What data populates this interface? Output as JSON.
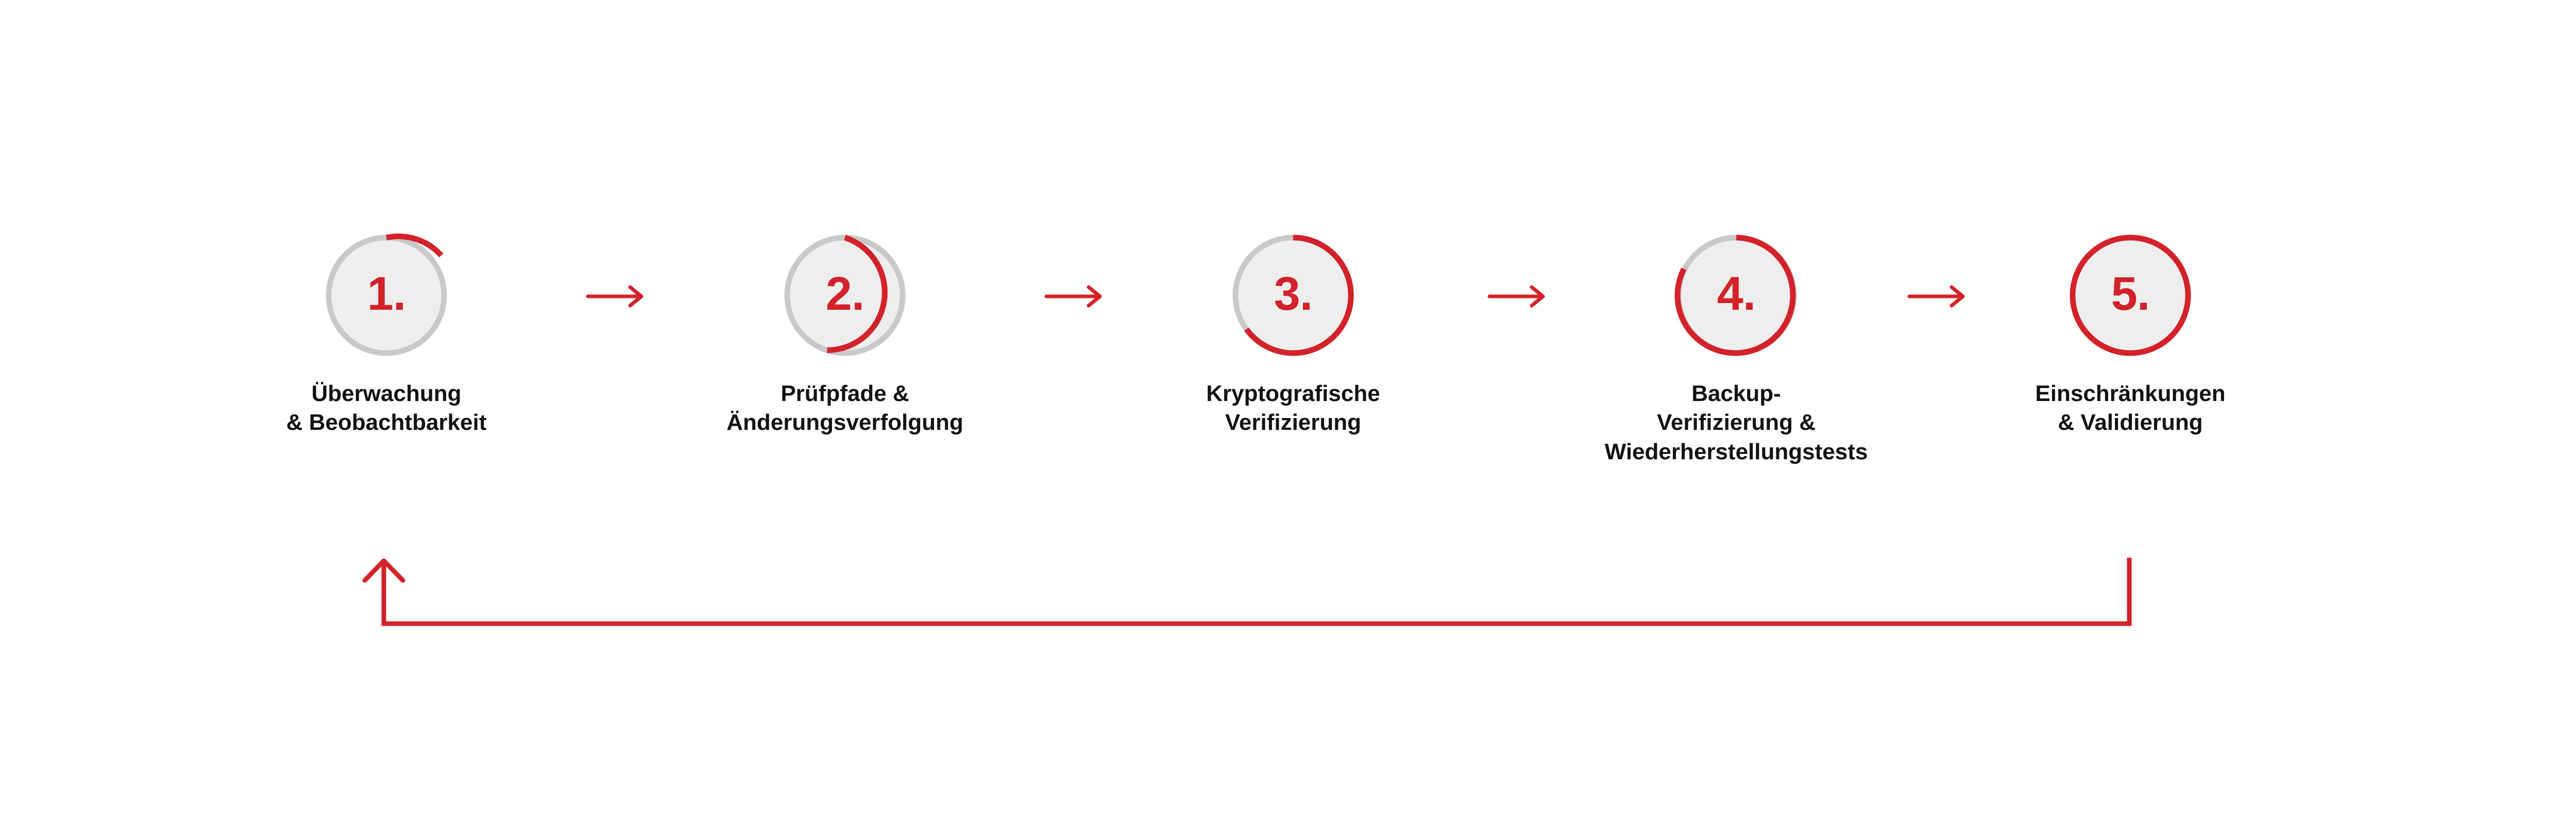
{
  "theme": {
    "accent_red": "#d3222a",
    "arc_track_grey": "#c9c9c9",
    "circle_fill": "#eeeeee",
    "label_color": "#121212",
    "background": "#ffffff"
  },
  "diagram": {
    "type": "cyclic-process-flow",
    "step_count": 5,
    "steps": [
      {
        "number": "1.",
        "label": "Überwachung\n& Beobachtbarkeit",
        "progress_percent": 20,
        "arc_start_deg": 0,
        "arc_end_deg": 72
      },
      {
        "number": "2.",
        "label": "Prüfpfade &\nÄnderungsverfolgung",
        "progress_percent": 45,
        "arc_start_deg": 0,
        "arc_end_deg": 162
      },
      {
        "number": "3.",
        "label": "Kryptografische\nVerifizierung",
        "progress_percent": 65,
        "arc_start_deg": 0,
        "arc_end_deg": 234
      },
      {
        "number": "4.",
        "label": "Backup-\nVerifizierung &\nWiederherstellungstests",
        "progress_percent": 82,
        "arc_start_deg": 0,
        "arc_end_deg": 295
      },
      {
        "number": "5.",
        "label": "Einschränkungen\n& Validierung",
        "progress_percent": 100,
        "arc_start_deg": 0,
        "arc_end_deg": 360
      }
    ],
    "connector_arrows": 4,
    "feedback_arrow": {
      "direction": "right-to-left",
      "from_step": 5,
      "to_step": 1
    }
  }
}
